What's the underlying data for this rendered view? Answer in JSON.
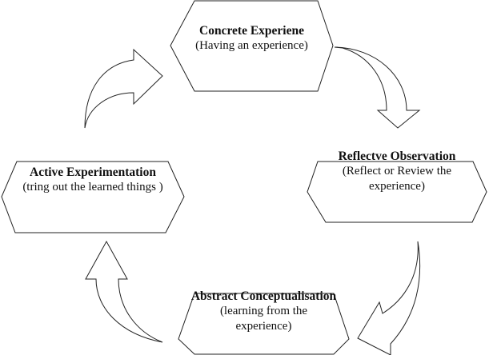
{
  "nodes": {
    "concrete": {
      "title": "Concrete Experiene",
      "subtitle": "(Having an experience)"
    },
    "reflective": {
      "title": "Reflectve Observation",
      "subtitle_line1": "(Reflect or Review the",
      "subtitle_line2": "experience)"
    },
    "abstract": {
      "title": "Abstract Conceptualisation",
      "subtitle_line1": "(learning from the",
      "subtitle_line2": "experience)"
    },
    "active": {
      "title": "Active Experimentation",
      "subtitle": "(tring out the learned things )"
    }
  },
  "colors": {
    "stroke": "#222222",
    "fill": "#ffffff",
    "text": "#111111"
  }
}
